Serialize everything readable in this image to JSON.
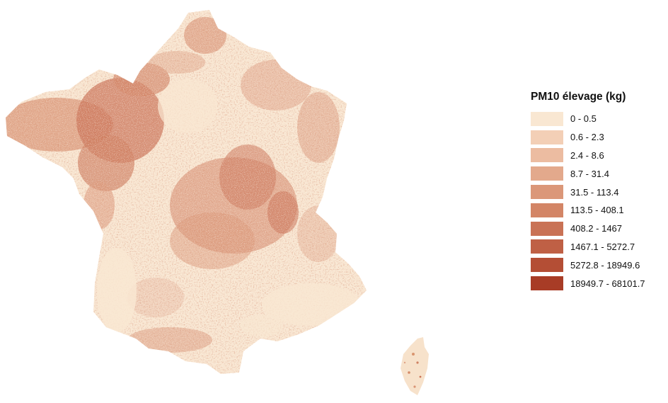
{
  "legend": {
    "title": "PM10 élevage (kg)",
    "classes": [
      {
        "label": "0 - 0.5",
        "color": "#f9e7d2"
      },
      {
        "label": "0.6 - 2.3",
        "color": "#f3cfb6"
      },
      {
        "label": "2.4 - 8.6",
        "color": "#ecbca1"
      },
      {
        "label": "8.7 - 31.4",
        "color": "#e3a98c"
      },
      {
        "label": "31.5 - 113.4",
        "color": "#db9779"
      },
      {
        "label": "113.5 - 408.1",
        "color": "#d38566"
      },
      {
        "label": "408.2 - 1467",
        "color": "#c97255"
      },
      {
        "label": "1467.1 - 5272.7",
        "color": "#bf6045"
      },
      {
        "label": "5272.8 - 18949.6",
        "color": "#b44e35"
      },
      {
        "label": "18949.7 - 68101.7",
        "color": "#a83c26"
      }
    ]
  },
  "map": {
    "regions": [
      "France métropolitaine",
      "Corse"
    ],
    "base_color": "#f9e7d2"
  }
}
